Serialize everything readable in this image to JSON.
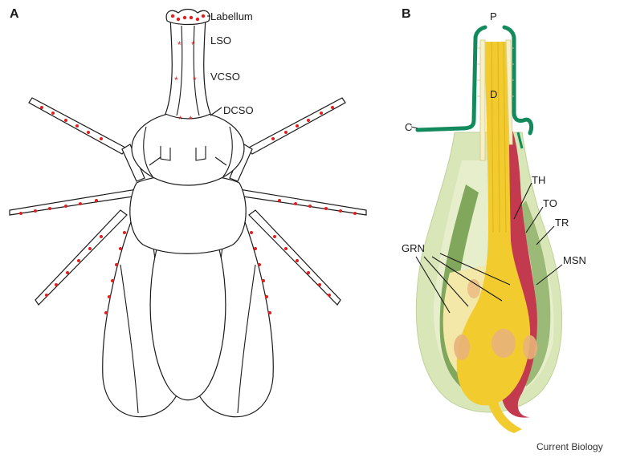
{
  "panels": {
    "a": "A",
    "b": "B"
  },
  "panel_a": {
    "labels": {
      "labellum": "Labellum",
      "lso": "LSO",
      "vcso": "VCSO",
      "dcso": "DCSO"
    },
    "asterisk": "*"
  },
  "panel_b": {
    "labels": {
      "p": "P",
      "d": "D",
      "c": "C",
      "th": "TH",
      "to": "TO",
      "tr": "TR",
      "grn": "GRN",
      "msn": "MSN"
    }
  },
  "colors": {
    "sensilla_dot": "#e02020",
    "cuticle": "#138a5e",
    "grn": "#f2cc2e",
    "msn": "#c33a4e",
    "sheath_light": "#d9e6b8",
    "sheath_dark": "#6f9a4a"
  },
  "footer": "Current Biology"
}
